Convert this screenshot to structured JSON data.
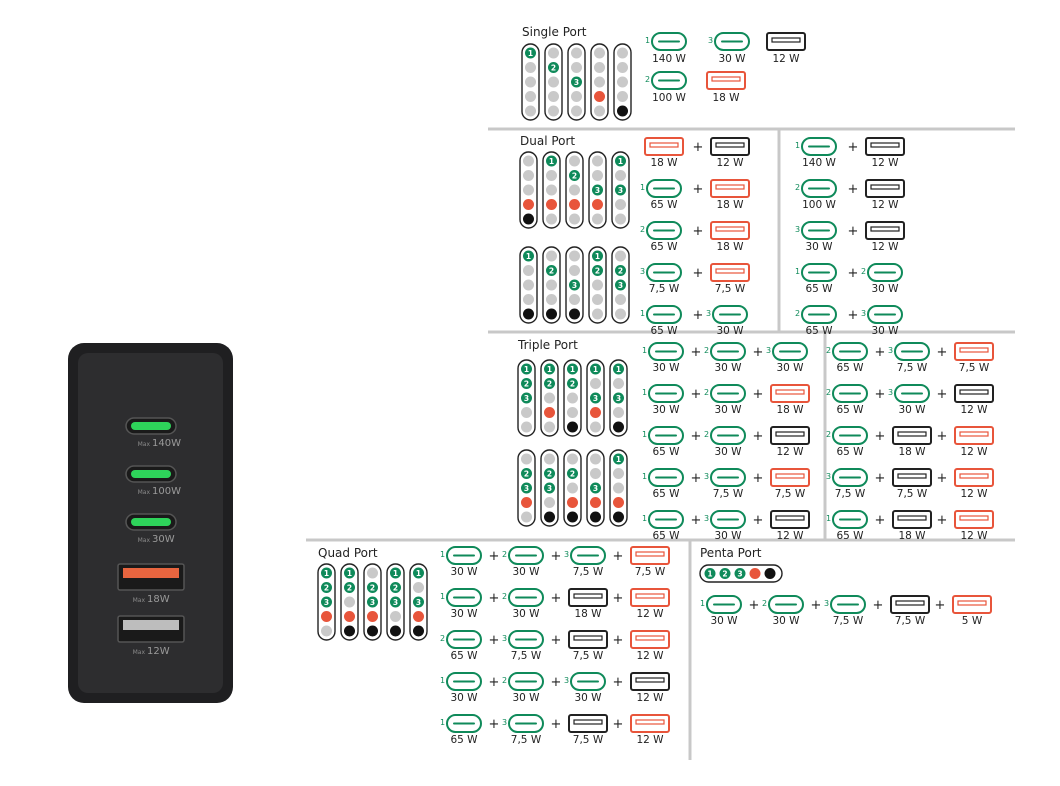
{
  "colors": {
    "usbc": "#0f8a5a",
    "usba_fast": "#e8553b",
    "usba": "#222222",
    "dot_gray": "#c9c9c9",
    "divider": "#c8c8c8",
    "charger_body": "#2d2d2f"
  },
  "charger": {
    "ports": [
      {
        "type": "C",
        "max_prefix": "Max",
        "max": "140W"
      },
      {
        "type": "C",
        "max_prefix": "Max",
        "max": "100W"
      },
      {
        "type": "C",
        "max_prefix": "Max",
        "max": "30W"
      },
      {
        "type": "A_fast",
        "max_prefix": "Max",
        "max": "18W"
      },
      {
        "type": "A",
        "max_prefix": "Max",
        "max": "12W"
      }
    ]
  },
  "sections": {
    "single": {
      "title": "Single Port",
      "columns": [
        [
          "1"
        ],
        [
          "2"
        ],
        [
          "3"
        ],
        [
          "A_fast"
        ],
        [
          "A"
        ]
      ],
      "entries": [
        [
          {
            "type": "C",
            "num": "1",
            "w": "140 W"
          }
        ],
        [
          {
            "type": "C",
            "num": "3",
            "w": "30 W"
          }
        ],
        [
          {
            "type": "A",
            "w": "12 W"
          }
        ],
        [
          {
            "type": "C",
            "num": "2",
            "w": "100 W"
          }
        ],
        [
          {
            "type": "A_fast",
            "w": "18 W"
          }
        ]
      ]
    },
    "dual": {
      "title": "Dual Port",
      "columns_top": [
        [
          "A_fast",
          "A"
        ],
        [
          "1",
          "A_fast"
        ],
        [
          "2",
          "A_fast"
        ],
        [
          "3",
          "A_fast"
        ],
        [
          "1",
          "3"
        ]
      ],
      "columns_bottom": [
        [
          "1",
          "A"
        ],
        [
          "2",
          "A"
        ],
        [
          "3",
          "A"
        ],
        [
          "1",
          "2"
        ],
        [
          "2",
          "3"
        ]
      ],
      "combos_left": [
        [
          {
            "type": "A_fast",
            "w": "18 W"
          },
          {
            "type": "A",
            "w": "12 W"
          }
        ],
        [
          {
            "type": "C",
            "num": "1",
            "w": "65 W"
          },
          {
            "type": "A_fast",
            "w": "18 W"
          }
        ],
        [
          {
            "type": "C",
            "num": "2",
            "w": "65 W"
          },
          {
            "type": "A_fast",
            "w": "18 W"
          }
        ],
        [
          {
            "type": "C",
            "num": "3",
            "w": "7,5 W"
          },
          {
            "type": "A_fast",
            "w": "7,5 W"
          }
        ],
        [
          {
            "type": "C",
            "num": "1",
            "w": "65 W"
          },
          {
            "type": "C",
            "num": "3",
            "w": "30 W"
          }
        ]
      ],
      "combos_right": [
        [
          {
            "type": "C",
            "num": "1",
            "w": "140 W"
          },
          {
            "type": "A",
            "w": "12 W"
          }
        ],
        [
          {
            "type": "C",
            "num": "2",
            "w": "100 W"
          },
          {
            "type": "A",
            "w": "12 W"
          }
        ],
        [
          {
            "type": "C",
            "num": "3",
            "w": "30 W"
          },
          {
            "type": "A",
            "w": "12 W"
          }
        ],
        [
          {
            "type": "C",
            "num": "1",
            "w": "65 W"
          },
          {
            "type": "C",
            "num": "2",
            "w": "30 W"
          }
        ],
        [
          {
            "type": "C",
            "num": "2",
            "w": "65 W"
          },
          {
            "type": "C",
            "num": "3",
            "w": "30 W"
          }
        ]
      ]
    },
    "triple": {
      "title": "Triple Port",
      "columns_top": [
        [
          "1",
          "2",
          "3"
        ],
        [
          "1",
          "2",
          "A_fast"
        ],
        [
          "1",
          "2",
          "A"
        ],
        [
          "1",
          "3",
          "A_fast"
        ],
        [
          "1",
          "3",
          "A"
        ]
      ],
      "columns_bottom": [
        [
          "2",
          "3",
          "A_fast"
        ],
        [
          "2",
          "3",
          "A"
        ],
        [
          "2",
          "A",
          "A_fast"
        ],
        [
          "3",
          "A",
          "A_fast"
        ],
        [
          "1",
          "A",
          "A_fast"
        ]
      ],
      "combos_left": [
        [
          {
            "type": "C",
            "num": "1",
            "w": "30 W"
          },
          {
            "type": "C",
            "num": "2",
            "w": "30 W"
          },
          {
            "type": "C",
            "num": "3",
            "w": "30 W"
          }
        ],
        [
          {
            "type": "C",
            "num": "1",
            "w": "30 W"
          },
          {
            "type": "C",
            "num": "2",
            "w": "30 W"
          },
          {
            "type": "A_fast",
            "w": "18 W"
          }
        ],
        [
          {
            "type": "C",
            "num": "1",
            "w": "65 W"
          },
          {
            "type": "C",
            "num": "2",
            "w": "30 W"
          },
          {
            "type": "A",
            "w": "12 W"
          }
        ],
        [
          {
            "type": "C",
            "num": "1",
            "w": "65 W"
          },
          {
            "type": "C",
            "num": "3",
            "w": "7,5 W"
          },
          {
            "type": "A_fast",
            "w": "7,5 W"
          }
        ],
        [
          {
            "type": "C",
            "num": "1",
            "w": "65 W"
          },
          {
            "type": "C",
            "num": "3",
            "w": "30 W"
          },
          {
            "type": "A",
            "w": "12 W"
          }
        ]
      ],
      "combos_right": [
        [
          {
            "type": "C",
            "num": "2",
            "w": "65 W"
          },
          {
            "type": "C",
            "num": "3",
            "w": "7,5 W"
          },
          {
            "type": "A_fast",
            "w": "7,5 W"
          }
        ],
        [
          {
            "type": "C",
            "num": "2",
            "w": "65 W"
          },
          {
            "type": "C",
            "num": "3",
            "w": "30 W"
          },
          {
            "type": "A",
            "w": "12 W"
          }
        ],
        [
          {
            "type": "C",
            "num": "2",
            "w": "65 W"
          },
          {
            "type": "A",
            "w": "18 W"
          },
          {
            "type": "A_fast",
            "w": "12 W"
          }
        ],
        [
          {
            "type": "C",
            "num": "3",
            "w": "7,5 W"
          },
          {
            "type": "A",
            "w": "7,5 W"
          },
          {
            "type": "A_fast",
            "w": "12 W"
          }
        ],
        [
          {
            "type": "C",
            "num": "1",
            "w": "65 W"
          },
          {
            "type": "A",
            "w": "18 W"
          },
          {
            "type": "A_fast",
            "w": "12 W"
          }
        ]
      ]
    },
    "quad": {
      "title": "Quad Port",
      "columns": [
        [
          "1",
          "2",
          "3",
          "A_fast"
        ],
        [
          "1",
          "2",
          "A_fast",
          "A"
        ],
        [
          "2",
          "3",
          "A_fast",
          "A"
        ],
        [
          "1",
          "2",
          "3",
          "A"
        ],
        [
          "1",
          "3",
          "A_fast",
          "A"
        ]
      ],
      "combos": [
        [
          {
            "type": "C",
            "num": "1",
            "w": "30 W"
          },
          {
            "type": "C",
            "num": "2",
            "w": "30 W"
          },
          {
            "type": "C",
            "num": "3",
            "w": "7,5 W"
          },
          {
            "type": "A_fast",
            "w": "7,5 W"
          }
        ],
        [
          {
            "type": "C",
            "num": "1",
            "w": "30 W"
          },
          {
            "type": "C",
            "num": "2",
            "w": "30 W"
          },
          {
            "type": "A",
            "w": "18 W"
          },
          {
            "type": "A_fast",
            "w": "12 W"
          }
        ],
        [
          {
            "type": "C",
            "num": "2",
            "w": "65 W"
          },
          {
            "type": "C",
            "num": "3",
            "w": "7,5 W"
          },
          {
            "type": "A",
            "w": "7,5 W"
          },
          {
            "type": "A_fast",
            "w": "12 W"
          }
        ],
        [
          {
            "type": "C",
            "num": "1",
            "w": "30 W"
          },
          {
            "type": "C",
            "num": "2",
            "w": "30 W"
          },
          {
            "type": "C",
            "num": "3",
            "w": "30 W"
          },
          {
            "type": "A",
            "w": "12 W"
          }
        ],
        [
          {
            "type": "C",
            "num": "1",
            "w": "65 W"
          },
          {
            "type": "C",
            "num": "3",
            "w": "7,5 W"
          },
          {
            "type": "A",
            "w": "7,5 W"
          },
          {
            "type": "A_fast",
            "w": "12 W"
          }
        ]
      ]
    },
    "penta": {
      "title": "Penta Port",
      "indicator": [
        "1",
        "2",
        "3",
        "A_fast",
        "A"
      ],
      "combo": [
        {
          "type": "C",
          "num": "1",
          "w": "30 W"
        },
        {
          "type": "C",
          "num": "2",
          "w": "30 W"
        },
        {
          "type": "C",
          "num": "3",
          "w": "7,5 W"
        },
        {
          "type": "A",
          "w": "7,5 W"
        },
        {
          "type": "A_fast",
          "w": "5 W"
        }
      ]
    }
  }
}
